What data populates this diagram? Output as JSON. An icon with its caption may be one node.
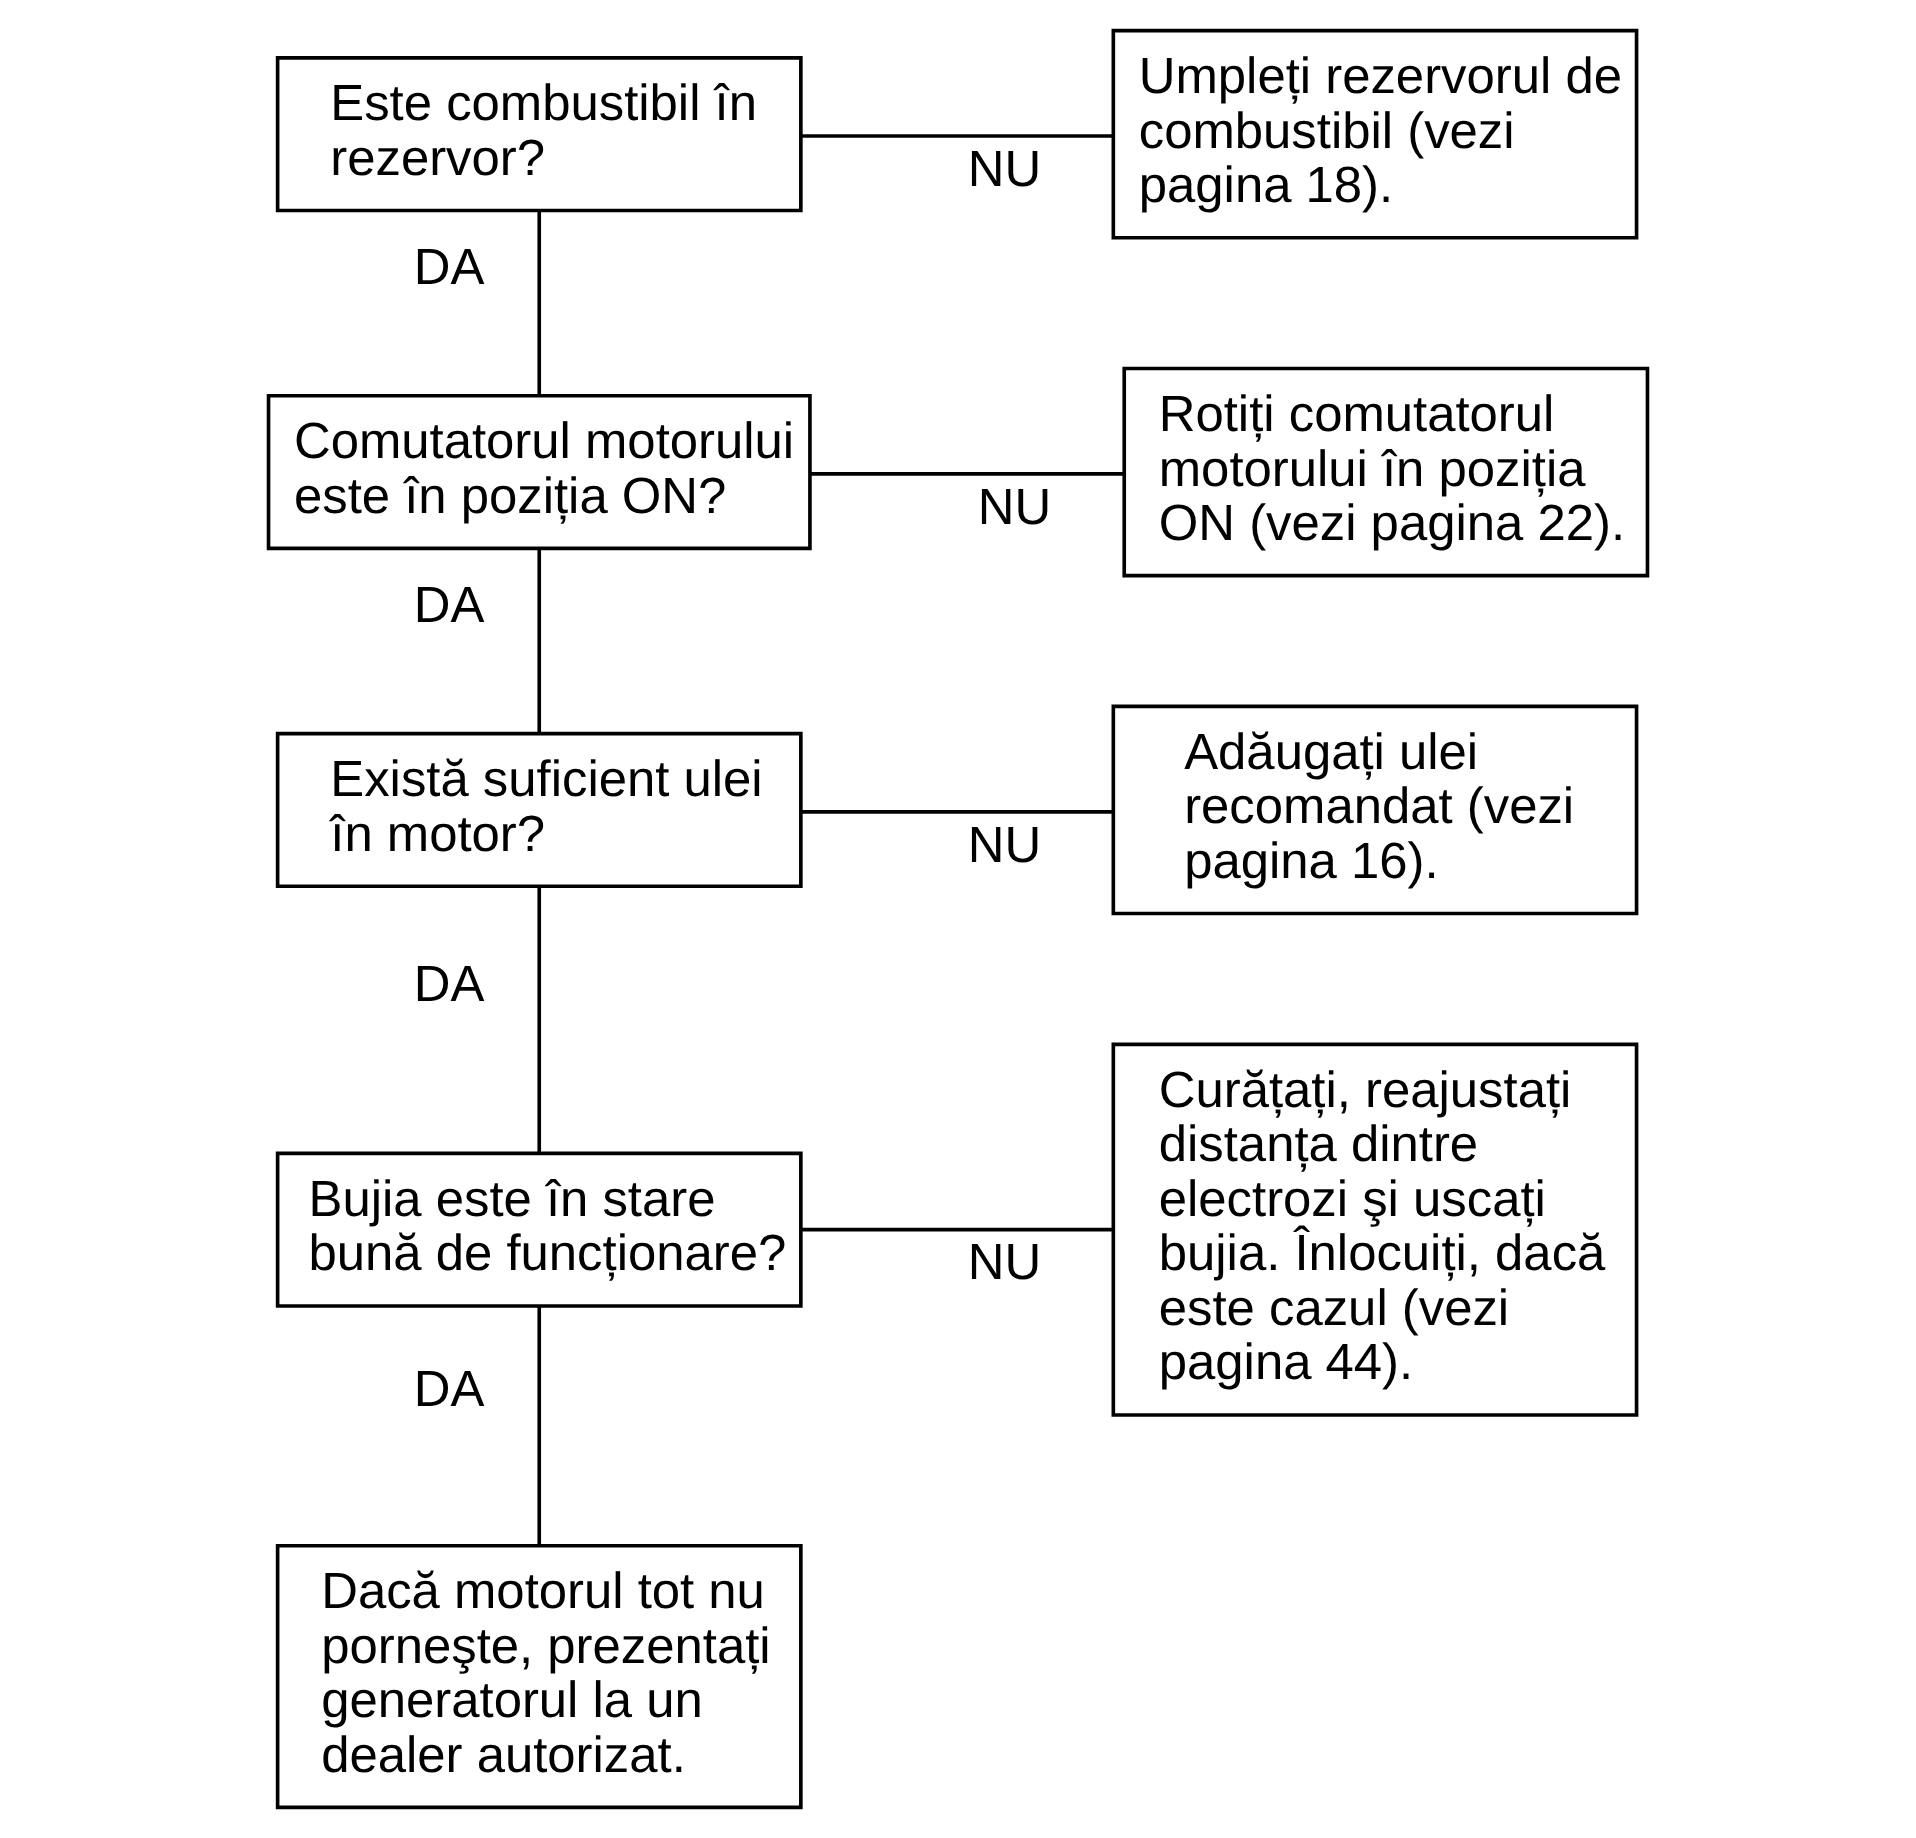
{
  "diagram": {
    "nodes": [
      {
        "text": [
          "Este combustibil în rezervor?"
        ]
      },
      {
        "text": [
          "Umpleți rezervorul de combustibil (vezi pagina 18)."
        ]
      },
      {
        "text": [
          "Comutatorul motorului este în poziția ON?"
        ]
      },
      {
        "text": [
          "Rotiți comutatorul motorului în poziția ON (vezi pagina 22)."
        ]
      },
      {
        "text": [
          "Există suficient ulei în motor?"
        ]
      },
      {
        "text": [
          "Adăugați ulei recomandat (vezi pagina 16)."
        ]
      },
      {
        "text": [
          "Bujia este în stare bună de funcționare?"
        ]
      },
      {
        "text": [
          "Curățați, reajustați distanța dintre electrozi şi uscați bujia. Înlocuiți, dacă este cazul (vezi pagina 44)."
        ]
      },
      {
        "text": [
          "Dacă motorul tot nu porneşte, prezentați generatorul la un dealer autorizat."
        ]
      }
    ],
    "edges": [
      {
        "from": 0,
        "to": 1,
        "arrow": "none",
        "label": "NU"
      },
      {
        "from": 0,
        "to": 2,
        "arrow": "none",
        "label": "DA"
      },
      {
        "from": 2,
        "to": 3,
        "arrow": "none",
        "label": "NU"
      },
      {
        "from": 2,
        "to": 4,
        "arrow": "none",
        "label": "DA"
      },
      {
        "from": 4,
        "to": 5,
        "arrow": "none",
        "label": "NU"
      },
      {
        "from": 4,
        "to": 6,
        "arrow": "none",
        "label": "DA"
      },
      {
        "from": 6,
        "to": 7,
        "arrow": "none",
        "label": "NU"
      },
      {
        "from": 6,
        "to": 8,
        "arrow": "none",
        "label": "DA"
      }
    ]
  }
}
